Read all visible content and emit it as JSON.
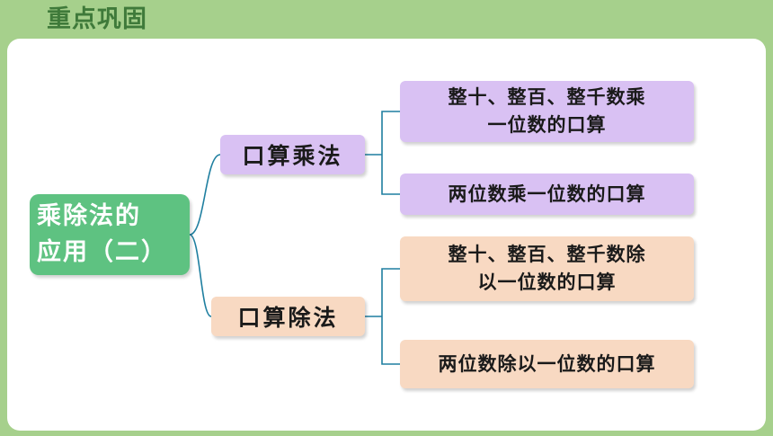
{
  "header": {
    "title": "重点巩固"
  },
  "mindmap": {
    "root": {
      "line1": "乘除法的",
      "line2": "应用（二）"
    },
    "branches": [
      {
        "label": "口算乘法",
        "color": "#d9c1f3",
        "leaves": [
          {
            "line1": "整十、整百、整千数乘",
            "line2": "一位数的口算"
          },
          {
            "line1": "两位数乘一位数的口算"
          }
        ]
      },
      {
        "label": "口算除法",
        "color": "#f8d9c2",
        "leaves": [
          {
            "line1": "整十、整百、整千数除",
            "line2": "以一位数的口算"
          },
          {
            "line1": "两位数除以一位数的口算"
          }
        ]
      }
    ],
    "root_color": "#5ec281",
    "connector_color": "#1f7fa0"
  }
}
